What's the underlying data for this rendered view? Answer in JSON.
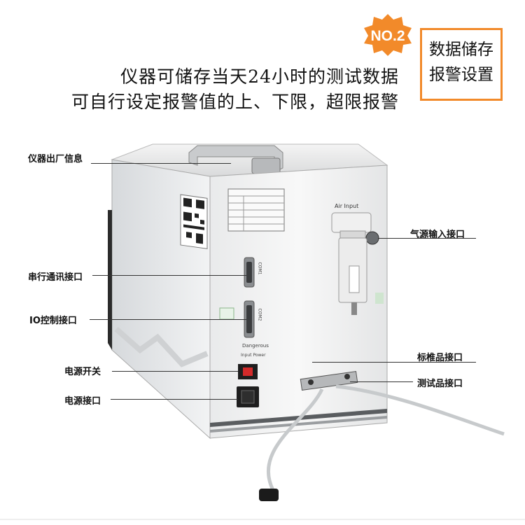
{
  "badge": {
    "text": "NO.2",
    "color": "#f28a2a"
  },
  "headline": {
    "line1": "仪器可储存当天24小时的测试数据",
    "line2": "可自行设定报警值的上、下限，超限报警"
  },
  "feature_tag": {
    "line1": "数据储存",
    "line2": "报警设置",
    "border_color": "#f28a2a"
  },
  "callouts": {
    "nameplate": "仪器出厂信息",
    "serial_port": "串行通讯接口",
    "io_port": "IO控制接口",
    "power_switch": "电源开关",
    "power_socket": "电源接口",
    "air_input": "气源输入接口",
    "standard_port": "标椎品接口",
    "test_port": "测试品接口"
  },
  "device": {
    "air_input_label": "Air Input",
    "com1_label": "COM1",
    "com2_label": "COM2",
    "dangerous_label": "Dangerous",
    "input_power_label": "Input Power"
  }
}
